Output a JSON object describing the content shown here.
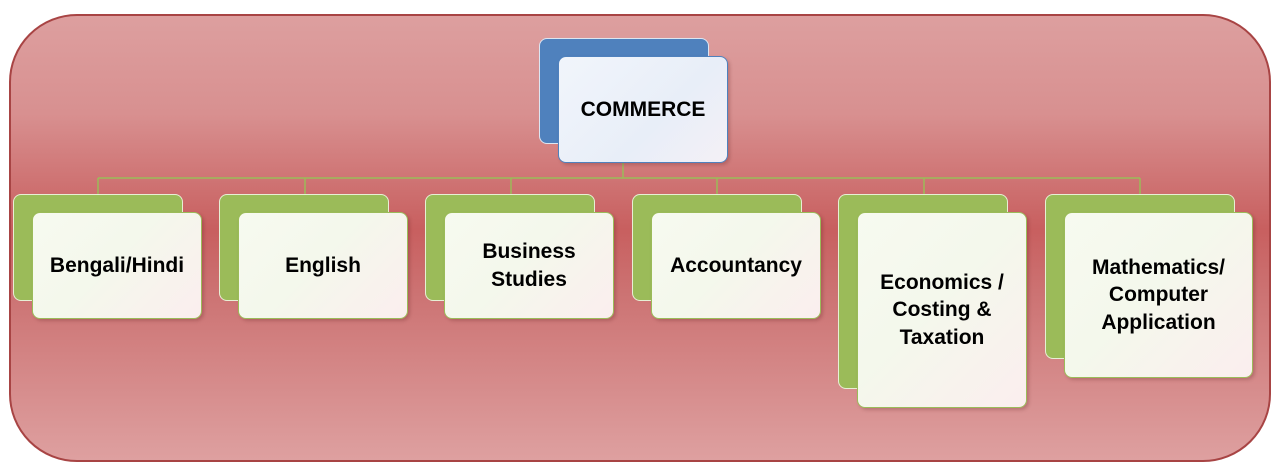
{
  "diagram": {
    "root": "COMMERCE",
    "children": [
      "Bengali/Hindi",
      "English",
      "Business\nStudies",
      "Accountancy",
      "Economics /\nCosting &\nTaxation",
      "Mathematics/\nComputer\nApplication"
    ]
  },
  "colors": {
    "panel": "#c85f5f",
    "child_accent": "#9bbb59",
    "root_accent": "#4f81bd",
    "connector": "#9bbb59"
  }
}
